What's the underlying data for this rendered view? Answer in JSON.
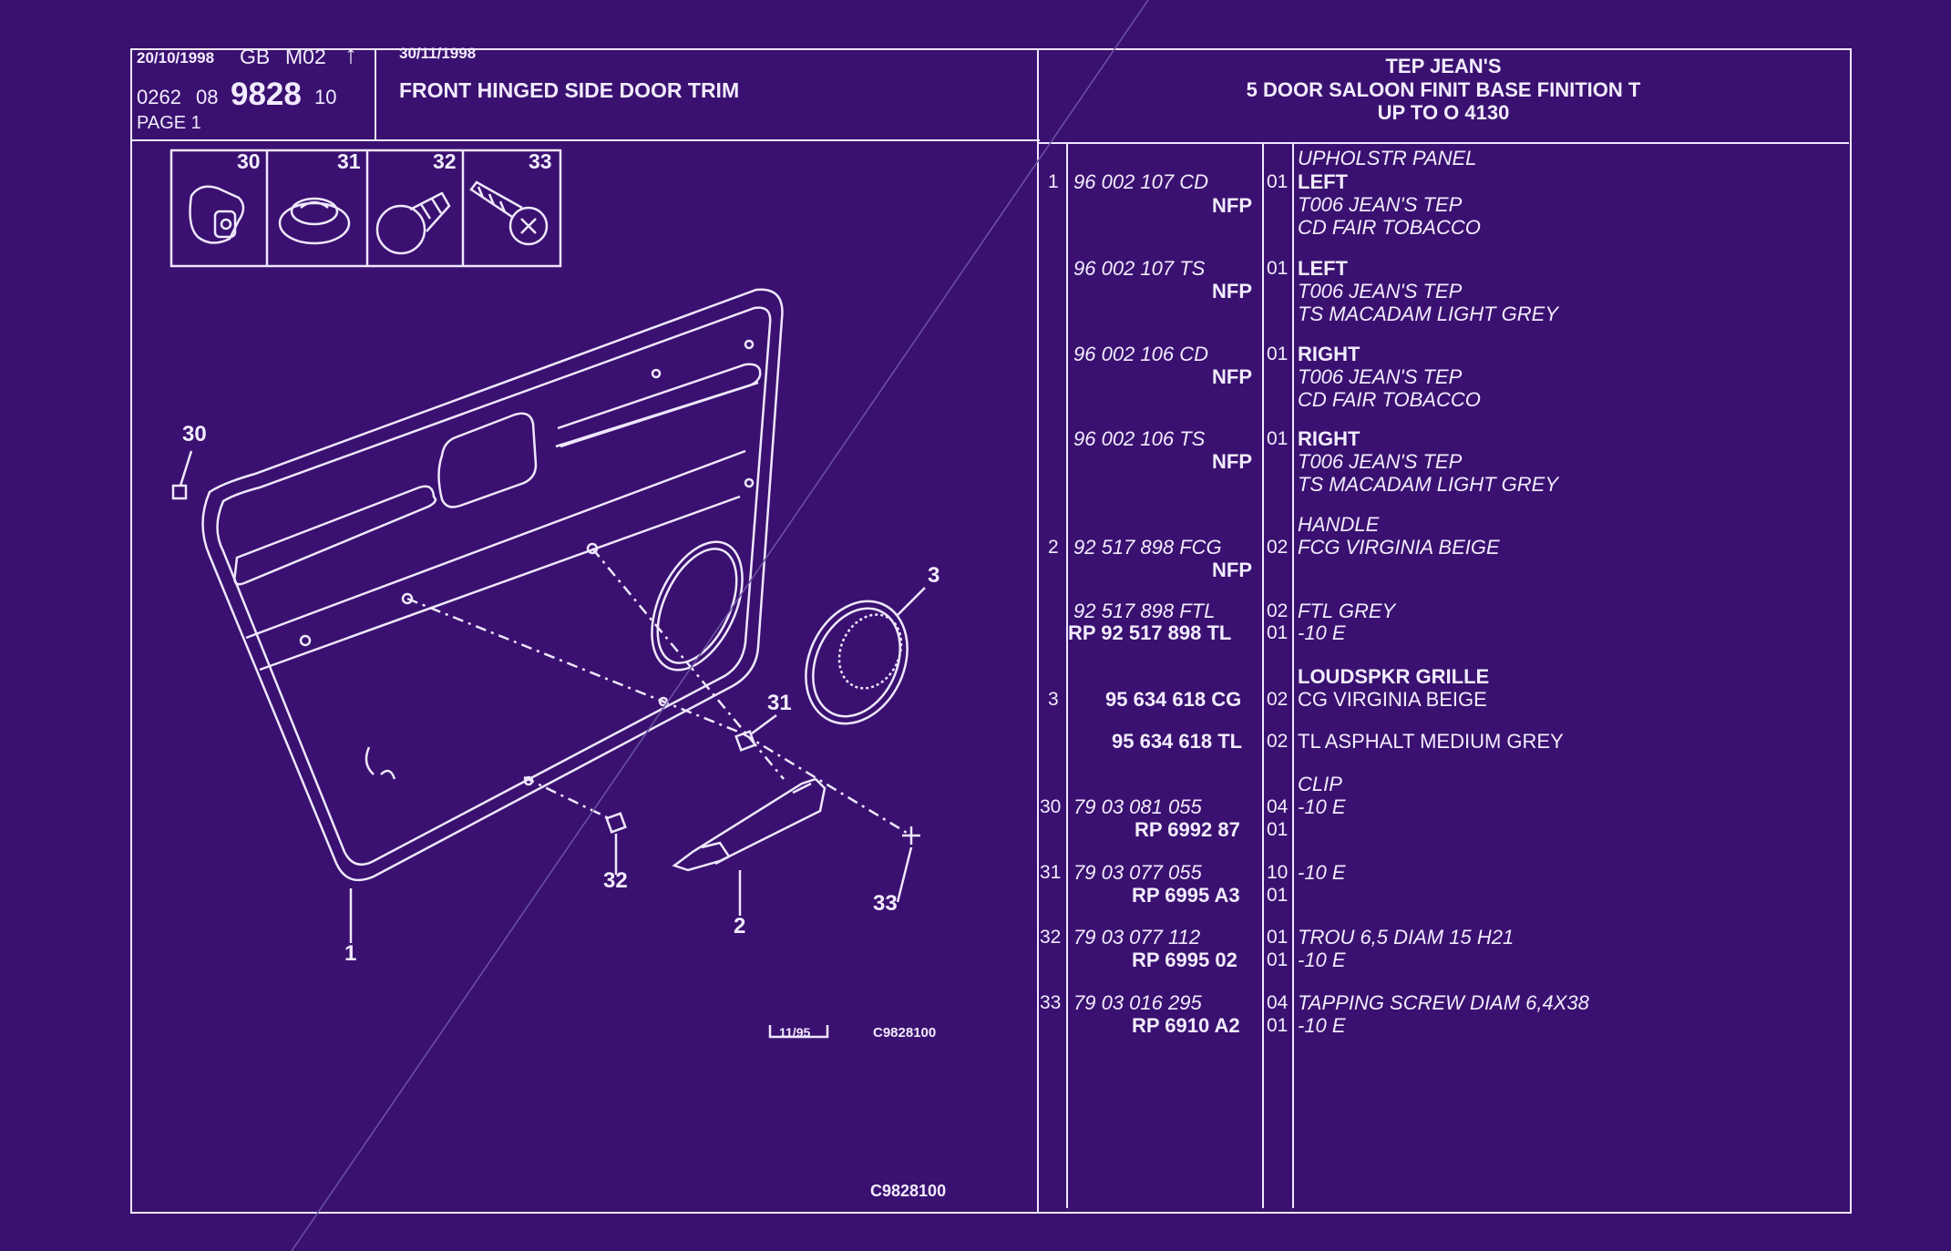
{
  "header": {
    "date1": "20/10/1998",
    "country": "GB",
    "model_code": "M02",
    "ref_prefix": "0262",
    "ref_group": "08",
    "ref_main": "9828",
    "ref_suffix": "10",
    "page": "PAGE 1",
    "date2": "30/11/1998",
    "title": "FRONT HINGED SIDE DOOR TRIM",
    "right_line1": "TEP JEAN'S",
    "right_line2": "5 DOOR SALOON FINIT BASE FINITION T",
    "right_line3": "UP TO O 4130"
  },
  "diagram": {
    "inset_labels": [
      "30",
      "31",
      "32",
      "33"
    ],
    "callouts": [
      "30",
      "3",
      "31",
      "32",
      "2",
      "33",
      "1"
    ],
    "stamp": "11/95",
    "code_inner": "C9828100",
    "code_bottom": "C9828100"
  },
  "parts": [
    {
      "item": "1",
      "ref": "96 002 107 CD",
      "ref2": "NFP",
      "qty": "01",
      "qty2": "",
      "desc_head": "UPHOLSTR PANEL",
      "desc": [
        "LEFT",
        "T006 JEAN'S TEP",
        "CD FAIR TOBACCO"
      ]
    },
    {
      "item": "",
      "ref": "96 002 107 TS",
      "ref2": "NFP",
      "qty": "01",
      "qty2": "",
      "desc_head": "",
      "desc": [
        "LEFT",
        "T006 JEAN'S TEP",
        "TS MACADAM LIGHT GREY"
      ]
    },
    {
      "item": "",
      "ref": "96 002 106 CD",
      "ref2": "NFP",
      "qty": "01",
      "qty2": "",
      "desc_head": "",
      "desc": [
        "RIGHT",
        "T006 JEAN'S TEP",
        "CD FAIR TOBACCO"
      ]
    },
    {
      "item": "",
      "ref": "96 002 106 TS",
      "ref2": "NFP",
      "qty": "01",
      "qty2": "",
      "desc_head": "",
      "desc": [
        "RIGHT",
        "T006 JEAN'S TEP",
        "TS MACADAM LIGHT GREY"
      ]
    },
    {
      "item": "2",
      "ref": "92 517 898 FCG",
      "ref2": "NFP",
      "qty": "02",
      "qty2": "",
      "desc_head": "HANDLE",
      "desc": [
        "FCG VIRGINIA BEIGE"
      ]
    },
    {
      "item": "",
      "ref": "92 517 898 FTL",
      "ref2": "RP  92 517 898 TL",
      "qty": "02",
      "qty2": "01",
      "desc_head": "",
      "desc": [
        "FTL GREY",
        "-10 E"
      ]
    },
    {
      "item": "3",
      "ref": "95 634 618 CG",
      "ref2": "",
      "qty": "02",
      "qty2": "",
      "desc_head": "LOUDSPKR GRILLE",
      "desc": [
        "CG VIRGINIA BEIGE"
      ]
    },
    {
      "item": "",
      "ref": "95 634 618 TL",
      "ref2": "",
      "qty": "02",
      "qty2": "",
      "desc_head": "",
      "desc": [
        "TL ASPHALT MEDIUM GREY"
      ]
    },
    {
      "item": "30",
      "ref": "79 03 081 055",
      "ref2": "RP  6992 87",
      "qty": "04",
      "qty2": "01",
      "desc_head": "CLIP",
      "desc": [
        "-10 E"
      ]
    },
    {
      "item": "31",
      "ref": "79 03 077 055",
      "ref2": "RP  6995 A3",
      "qty": "10",
      "qty2": "01",
      "desc_head": "",
      "desc": [
        "-10 E"
      ]
    },
    {
      "item": "32",
      "ref": "79 03 077 112",
      "ref2": "RP  6995 02",
      "qty": "01",
      "qty2": "01",
      "desc_head": "",
      "desc": [
        "TROU 6,5 DIAM 15 H21",
        "-10 E"
      ]
    },
    {
      "item": "33",
      "ref": "79 03 016 295",
      "ref2": "RP  6910 A2",
      "qty": "04",
      "qty2": "01",
      "desc_head": "",
      "desc": [
        "TAPPING SCREW DIAM 6,4X38",
        "-10 E"
      ]
    }
  ]
}
